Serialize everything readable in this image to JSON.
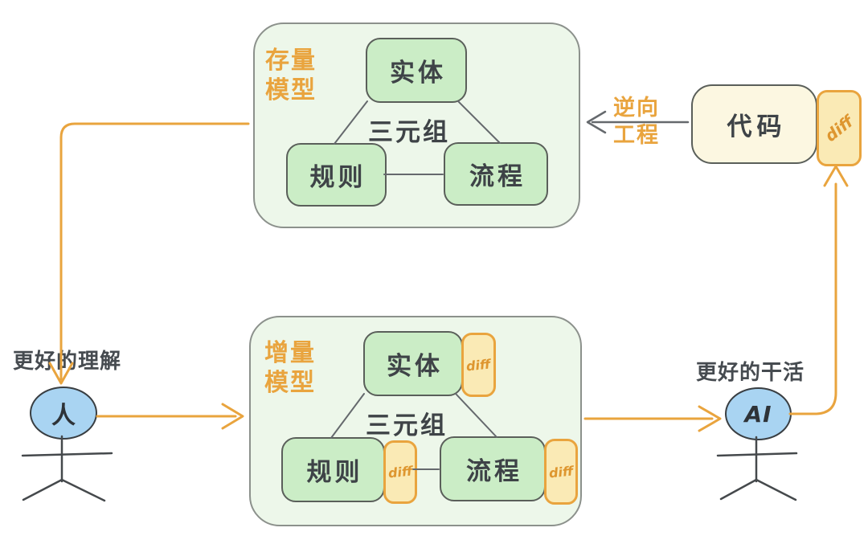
{
  "stock_model": {
    "title_line1": "存量",
    "title_line2": "模型",
    "entity": "实体",
    "rule": "规则",
    "process": "流程",
    "center": "三元组"
  },
  "incremental_model": {
    "title_line1": "增量",
    "title_line2": "模型",
    "entity": "实体",
    "rule": "规则",
    "process": "流程",
    "center": "三元组",
    "entity_diff": "diff",
    "rule_diff": "diff",
    "process_diff": "diff"
  },
  "code": {
    "label": "代码",
    "diff": "diff"
  },
  "reverse_engineering": {
    "line1": "逆向",
    "line2": "工程"
  },
  "human": {
    "head": "人",
    "caption": "更好的理解"
  },
  "ai": {
    "head": "AI",
    "caption": "更好的干活"
  },
  "colors": {
    "orange": "#E9A43E",
    "diff_text": "#DE962F",
    "outer_green": "#EDF7EA",
    "node_green": "#CBEDC6",
    "cream": "#FCF7E1",
    "diff_fill": "#FAEAB5",
    "head_blue": "#A9D4F2",
    "ink": "#3E4347",
    "caption": "#464B50",
    "wire_gray": "#65696D",
    "node_border": "#5A5F5A",
    "outer_border": "#8C918C"
  }
}
